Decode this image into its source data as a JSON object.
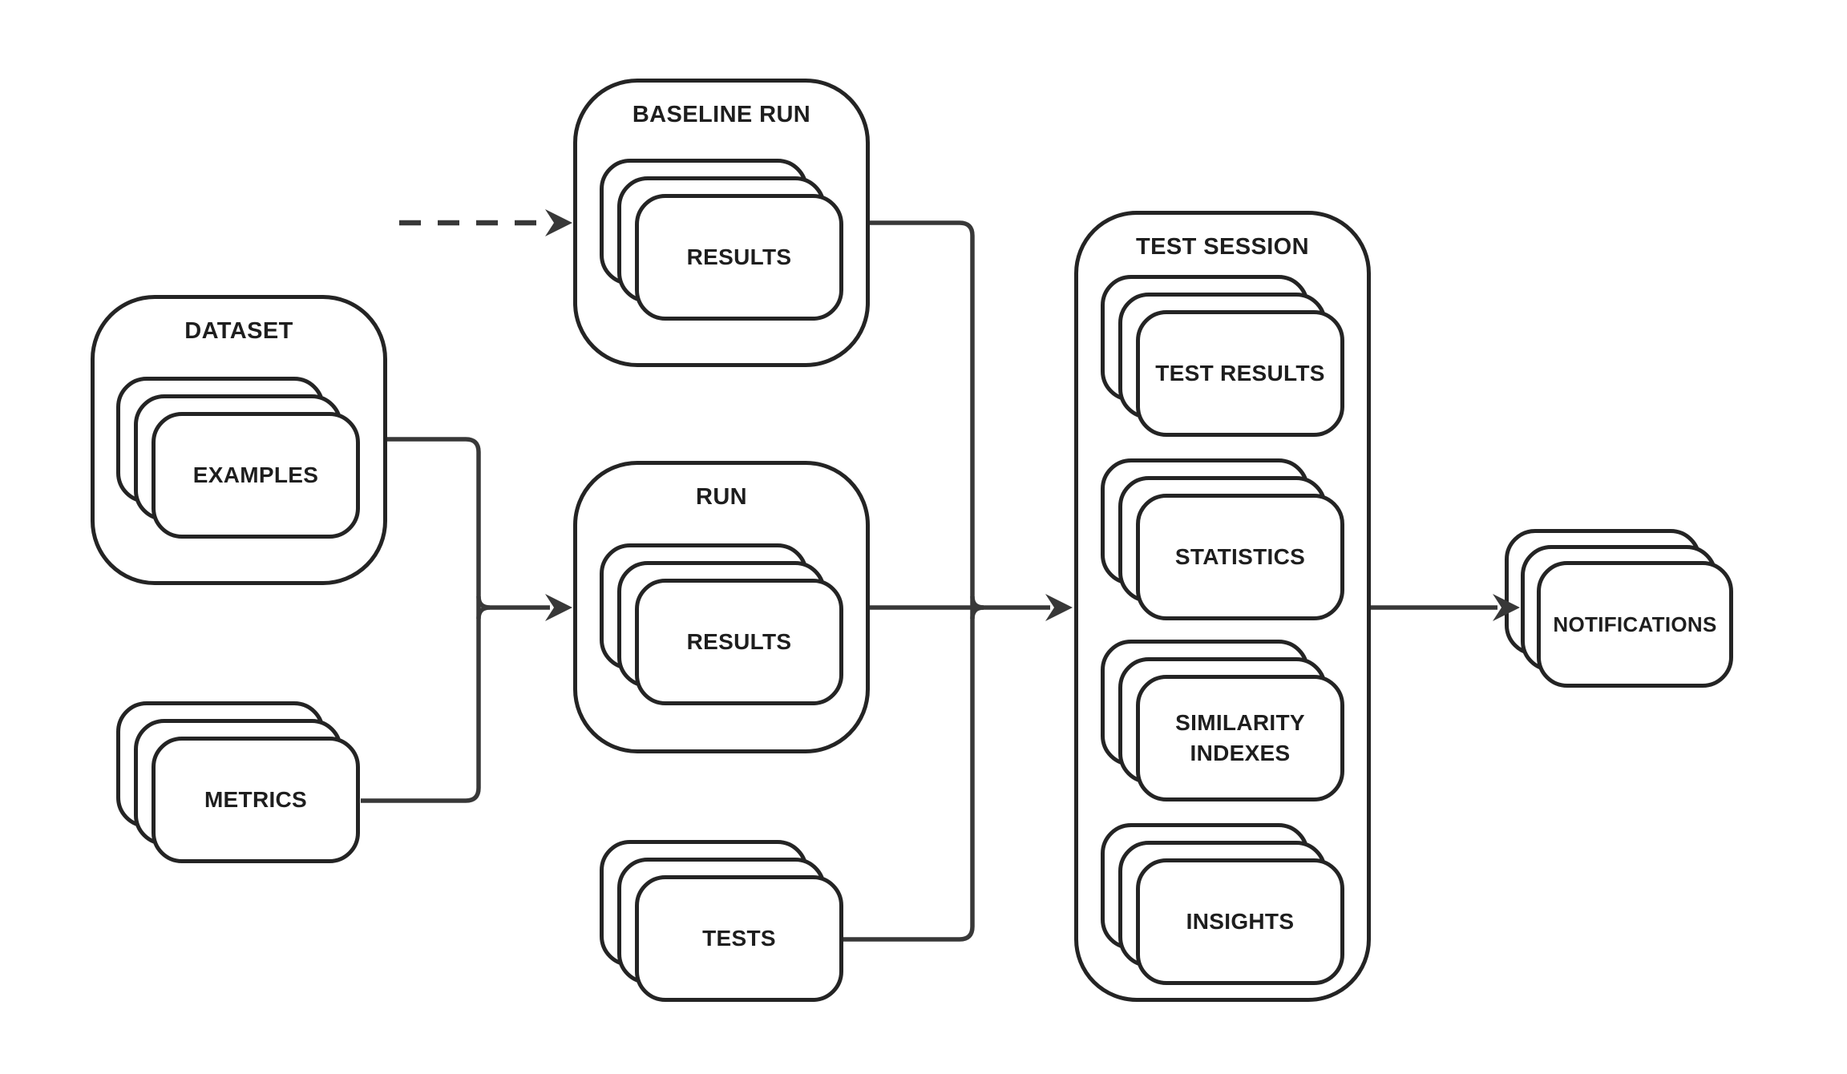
{
  "diagram": {
    "dataset": {
      "title": "DATASET",
      "card": "EXAMPLES"
    },
    "metrics": {
      "card": "METRICS"
    },
    "baseline_run": {
      "title": "BASELINE RUN",
      "card": "RESULTS"
    },
    "run": {
      "title": "RUN",
      "card": "RESULTS"
    },
    "tests": {
      "card": "TESTS"
    },
    "test_session": {
      "title": "TEST SESSION",
      "cards": [
        "TEST RESULTS",
        "STATISTICS",
        "SIMILARITY INDEXES",
        "INSIGHTS"
      ]
    },
    "notifications": {
      "card": "NOTIFICATIONS"
    }
  },
  "colors": {
    "background": "#ffffff",
    "node_border": "#242424",
    "connector": "#383838",
    "text": "#1e1e1e"
  }
}
